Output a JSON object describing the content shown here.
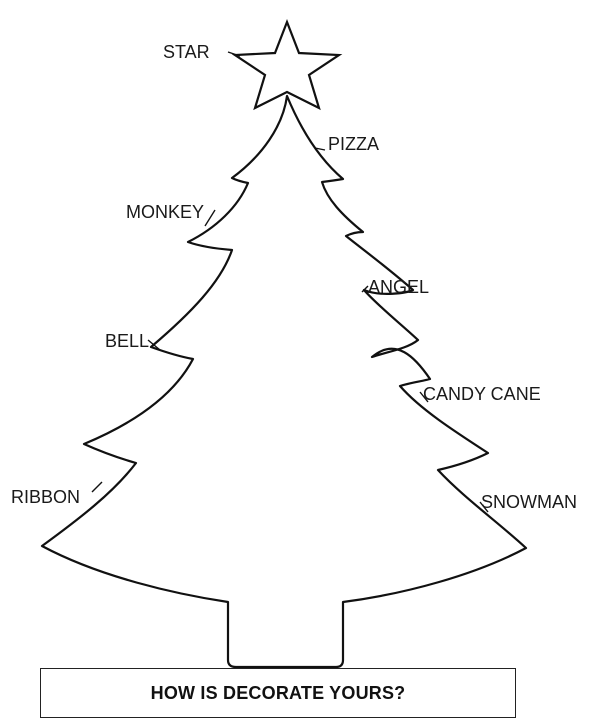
{
  "labels": {
    "star": "STAR",
    "pizza": "PIZZA",
    "monkey": "MONKEY",
    "angel": "ANGEL",
    "bell": "BELL",
    "candy_cane": "CANDY CANE",
    "ribbon": "RIBBON",
    "snowman": "SNOWMAN"
  },
  "caption": "HOW IS DECORATE YOURS?"
}
